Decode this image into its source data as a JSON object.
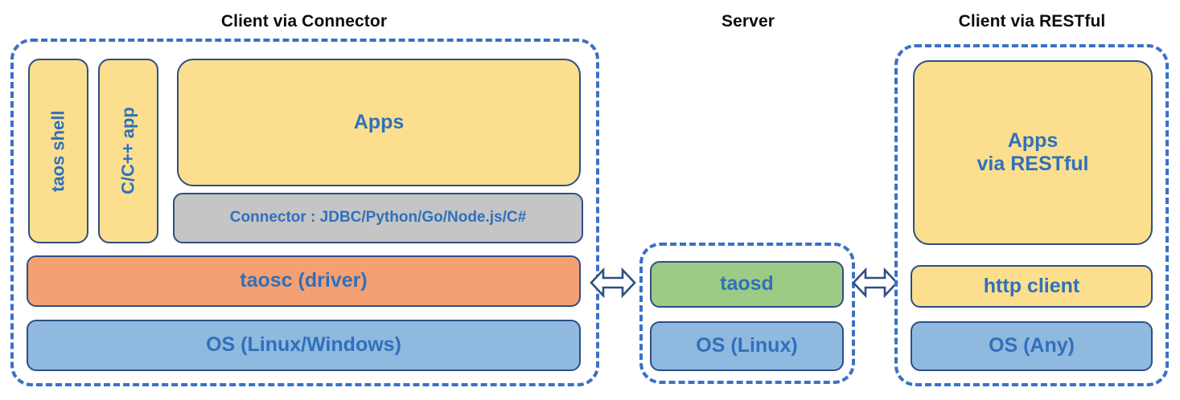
{
  "diagram": {
    "title_left": "Client via Connector",
    "title_middle": "Server",
    "title_right": "Client via RESTful",
    "colors": {
      "dashed_border": "#3b71c4",
      "node_border": "#2e4e84",
      "text": "#3070bb",
      "title_text": "#0d0d0d",
      "yellow": "#fbdf8e",
      "orange": "#f4a073",
      "blue": "#90b9e0",
      "green": "#9bcb84",
      "gray": "#c5c5c5"
    }
  },
  "client_connector": {
    "taos_shell": "taos shell",
    "c_app": "C/C++ app",
    "apps": "Apps",
    "connector": "Connector : JDBC/Python/Go/Node.js/C#",
    "driver": "taosc (driver)",
    "os": "OS (Linux/Windows)"
  },
  "server": {
    "taosd": "taosd",
    "os": "OS (Linux)"
  },
  "client_restful": {
    "apps": "Apps\nvia RESTful",
    "apps_line1": "Apps",
    "apps_line2": "via RESTful",
    "http_client": "http client",
    "os": "OS (Any)"
  },
  "connectors": {
    "left_arrow": "bidirectional-arrow",
    "right_arrow": "bidirectional-arrow"
  }
}
